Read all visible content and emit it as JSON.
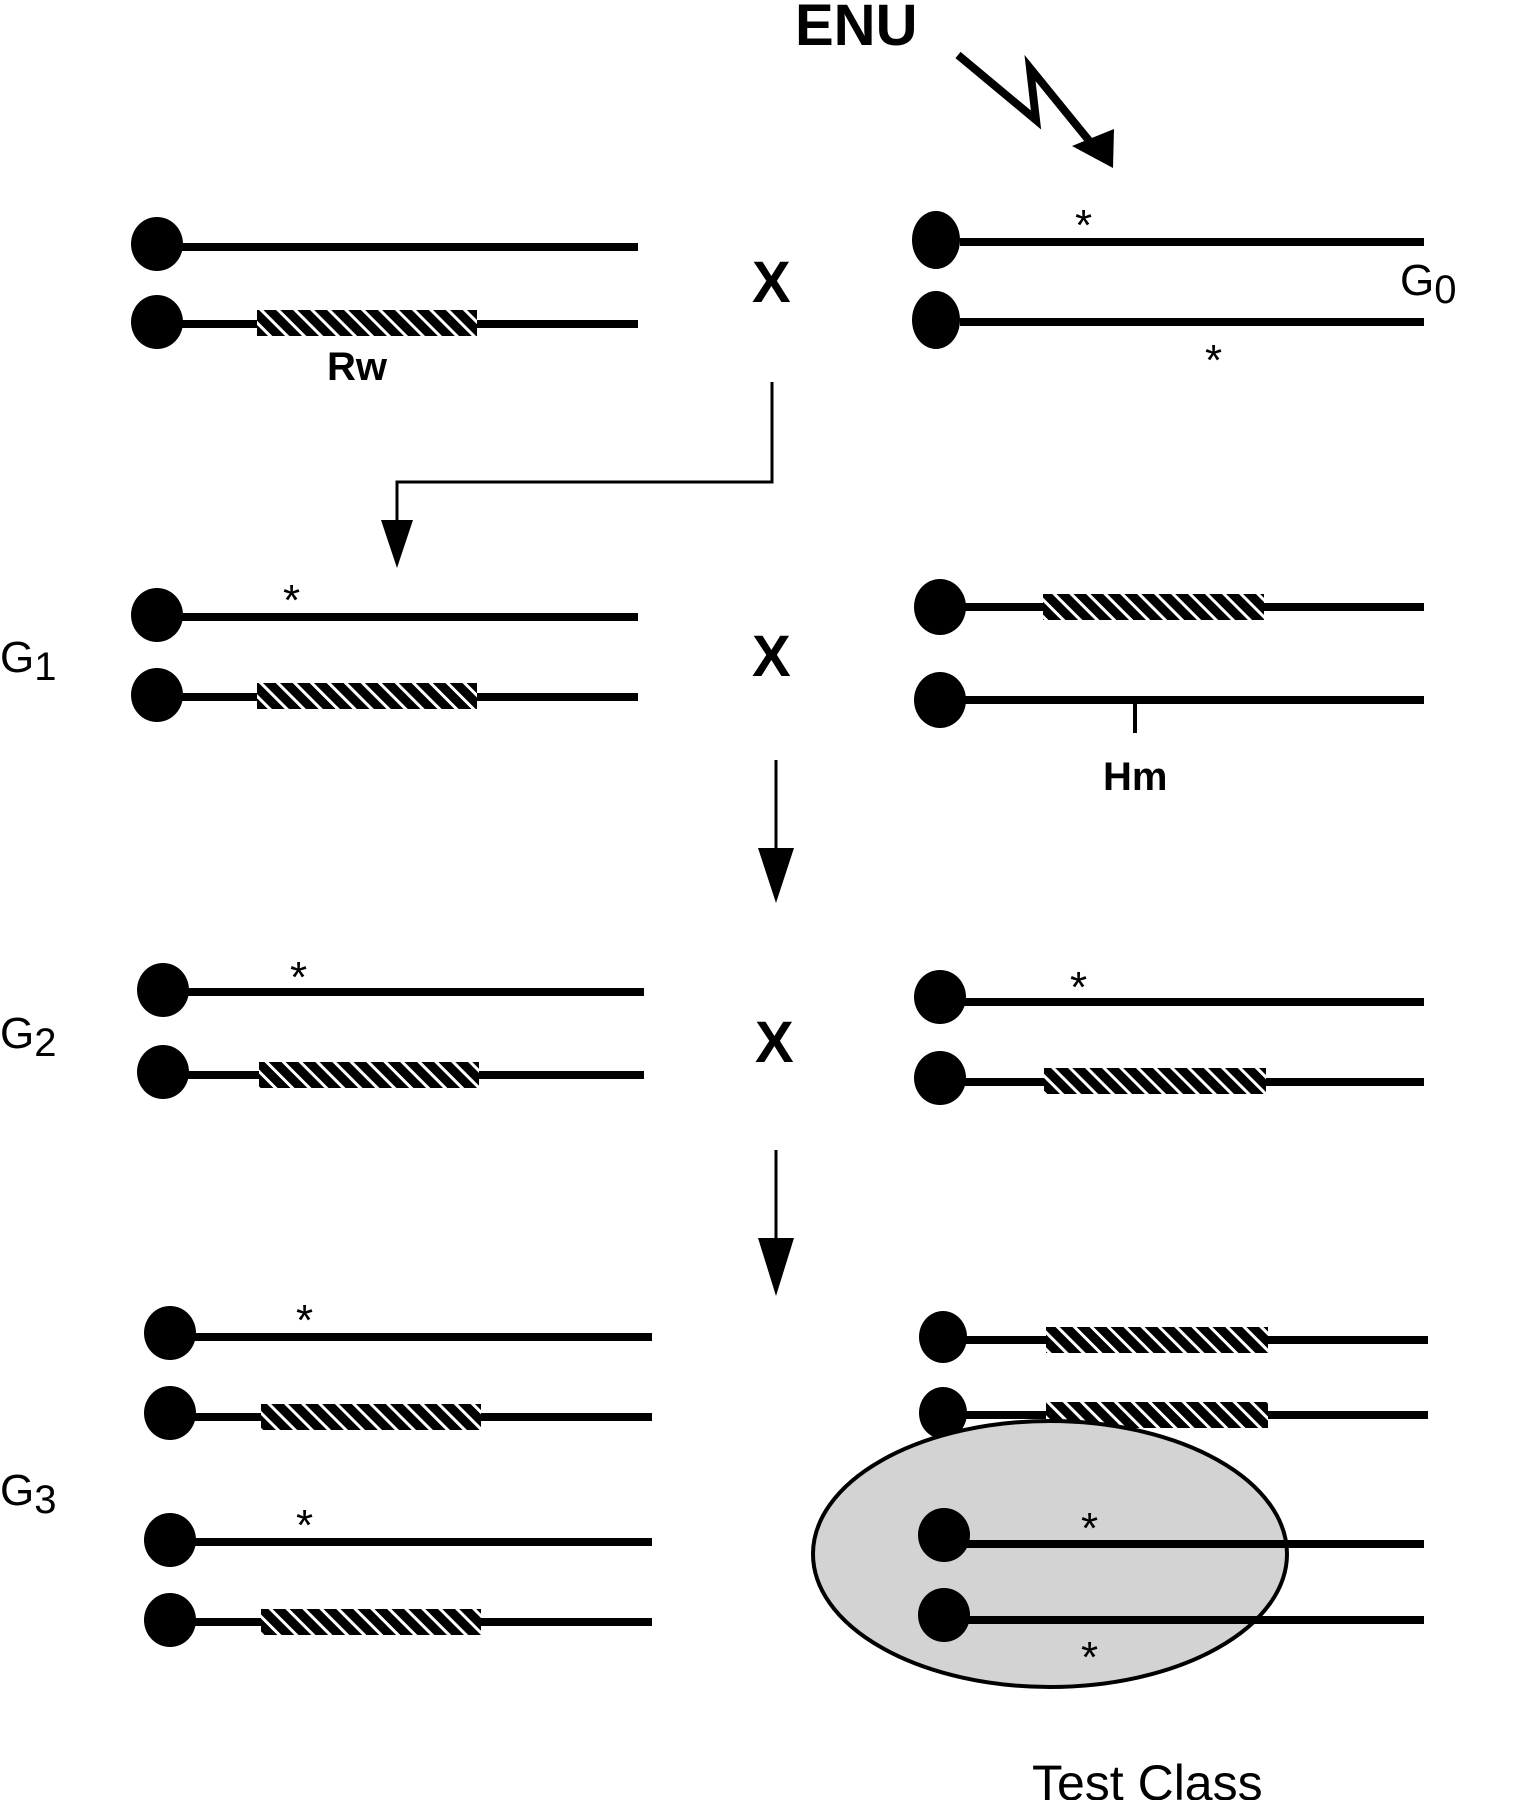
{
  "diagram": {
    "mutagen_label": "ENU",
    "cross_symbol": "X",
    "asterisk": "*",
    "labels": {
      "rw": "Rw",
      "hm": "Hm",
      "test_class": "Test Class"
    },
    "generations": [
      {
        "prefix": "G",
        "sub": "0"
      },
      {
        "prefix": "G",
        "sub": "1"
      },
      {
        "prefix": "G",
        "sub": "2"
      },
      {
        "prefix": "G",
        "sub": "3"
      }
    ],
    "colors": {
      "ink": "#000000",
      "highlight_fill": "#d3d3d3",
      "background": "#ffffff"
    }
  }
}
